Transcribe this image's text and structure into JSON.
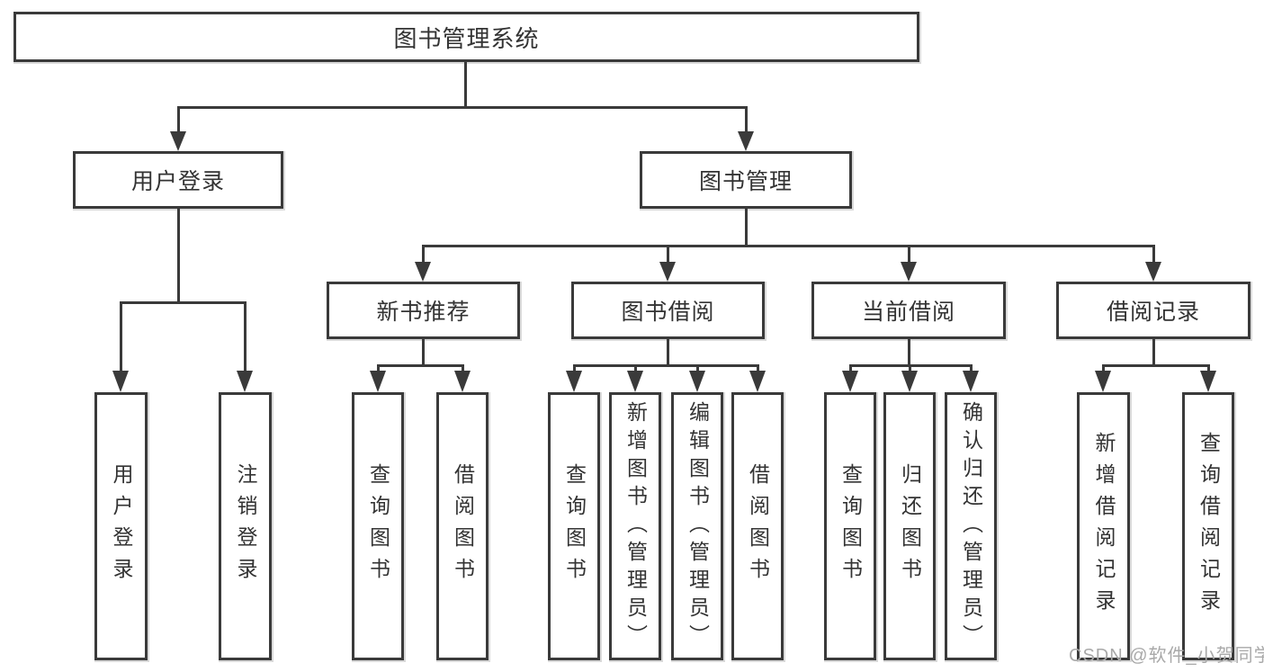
{
  "page": {
    "background": "#ffffff"
  },
  "colors": {
    "box_border": "#3a3a3a",
    "connector_line": "#3a3a3a",
    "text": "#333333",
    "watermark": "#a9a9a9"
  },
  "diagram": {
    "title": "图书管理系统",
    "user_branch": {
      "label": "用户登录",
      "children": [
        "用户登录",
        "注销登录"
      ]
    },
    "mgmt_branch": {
      "label": "图书管理",
      "groups": [
        {
          "label": "新书推荐",
          "children": [
            "查询图书",
            "借阅图书"
          ]
        },
        {
          "label": "图书借阅",
          "children": [
            "查询图书",
            "新增图书（管理员）",
            "编辑图书（管理员）",
            "借阅图书"
          ]
        },
        {
          "label": "当前借阅",
          "children": [
            "查询图书",
            "归还图书",
            "确认归还（管理员）"
          ]
        },
        {
          "label": "借阅记录",
          "children": [
            "新增借阅记录",
            "查询借阅记录"
          ]
        }
      ]
    }
  },
  "watermark": {
    "text": "CSDN @软件_小贺同学"
  }
}
